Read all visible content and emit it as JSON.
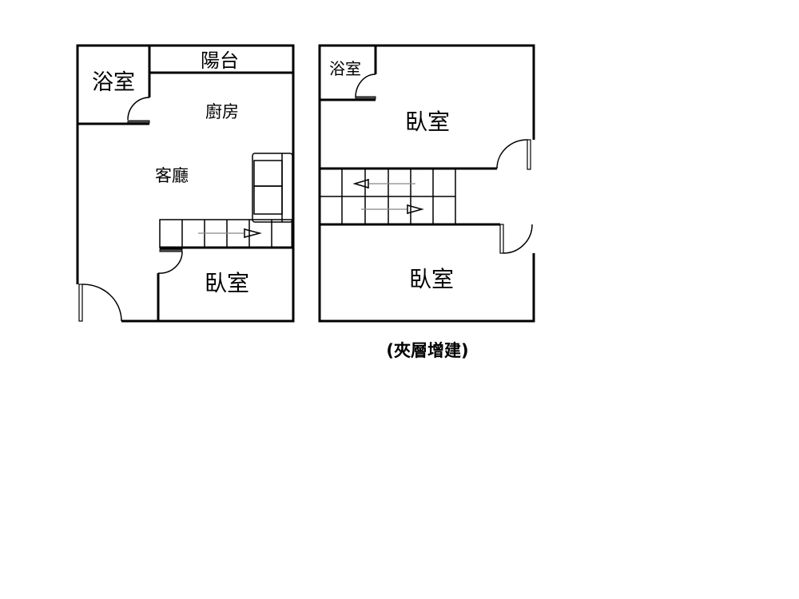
{
  "ground_floor": {
    "rooms": {
      "bathroom": "浴室",
      "balcony": "陽台",
      "kitchen": "廚房",
      "living_room": "客廳",
      "bedroom": "臥室"
    }
  },
  "mezzanine": {
    "rooms": {
      "bathroom": "浴室",
      "bedroom_upper": "臥室",
      "bedroom_lower": "臥室"
    },
    "caption": "(夾層增建)"
  }
}
